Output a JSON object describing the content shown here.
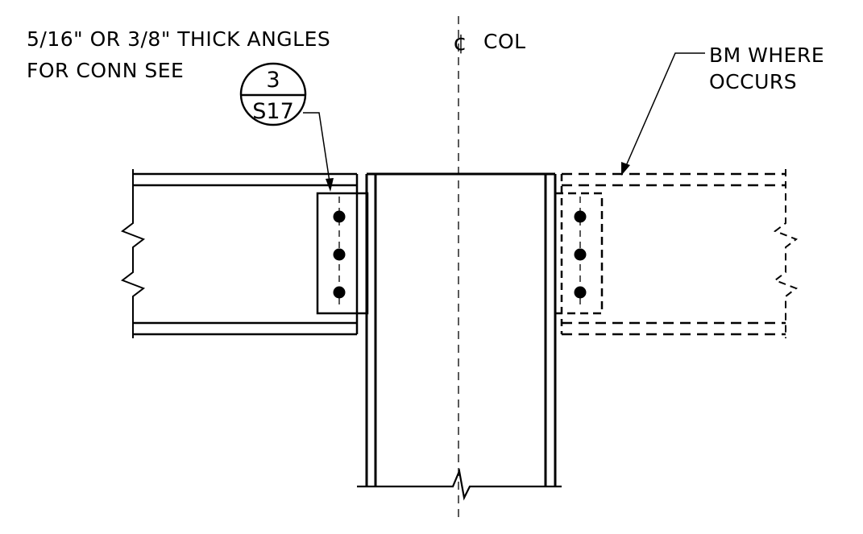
{
  "diagram": {
    "note_left_line1": "5/16\" OR 3/8\" THICK ANGLES",
    "note_left_line2": "FOR CONN SEE",
    "detail_bubble": {
      "top": "3",
      "bottom": "S17"
    },
    "centerline_symbol": "¢",
    "centerline_label": "COL",
    "note_right_line1": "BM WHERE",
    "note_right_line2": "OCCURS",
    "colors": {
      "ink": "#000000",
      "paper": "#ffffff"
    }
  }
}
